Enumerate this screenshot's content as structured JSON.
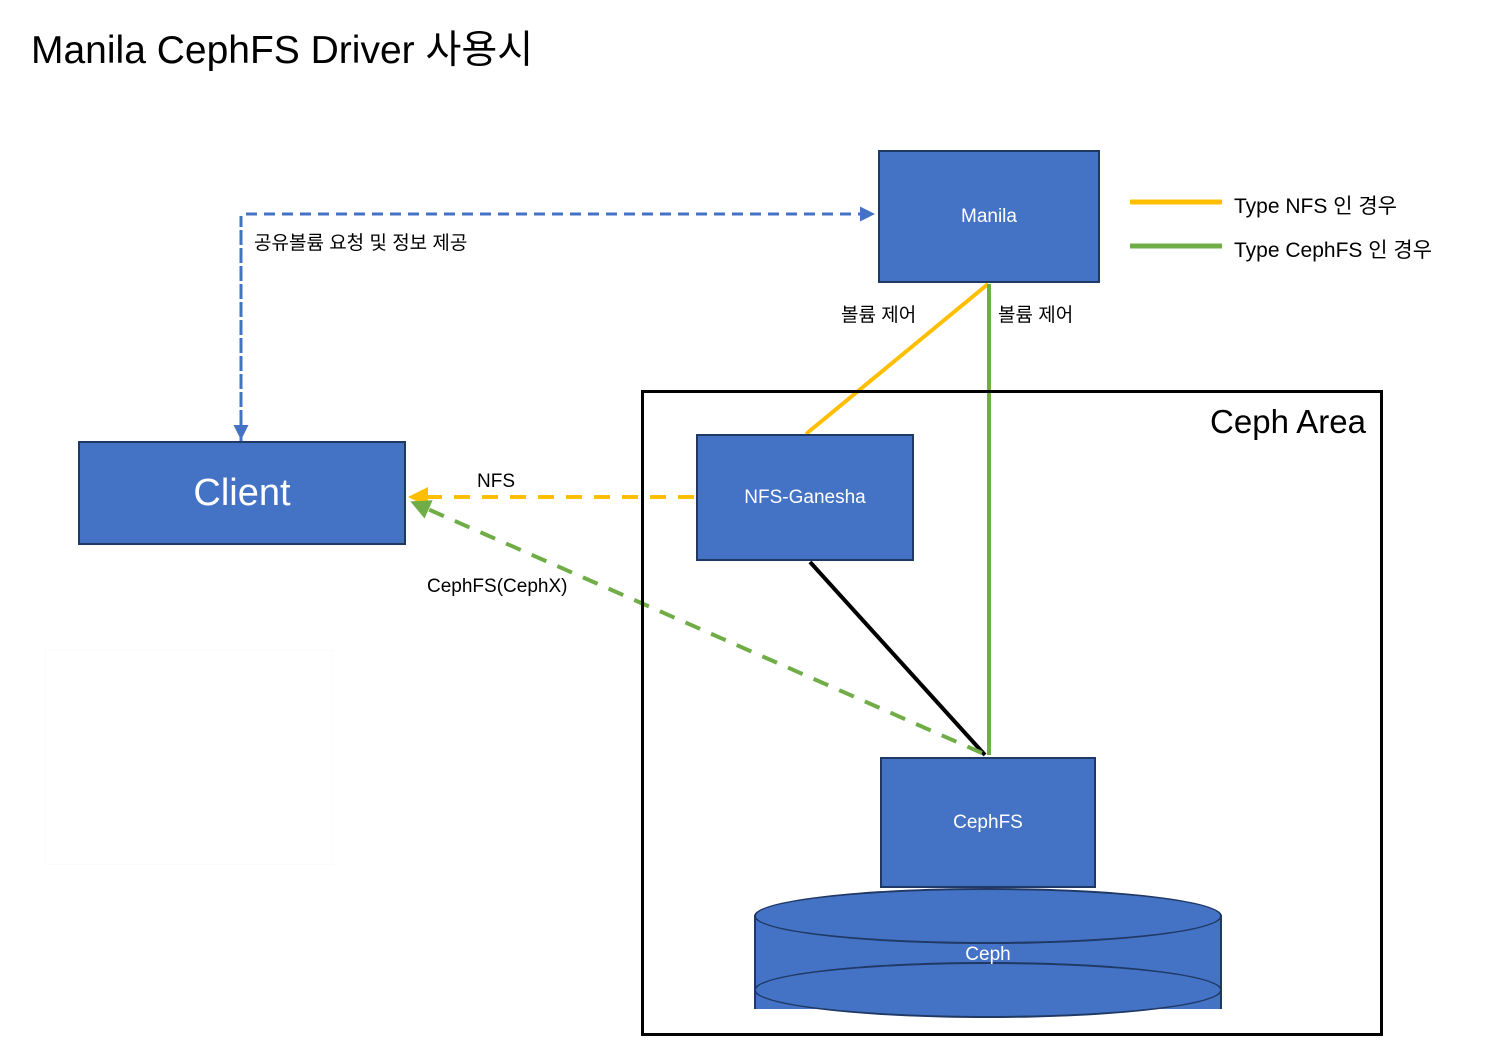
{
  "title": "Manila CephFS Driver 사용시",
  "colors": {
    "node_fill": "#4472C4",
    "node_border": "#1F3864",
    "nfs_orange": "#FFBF00",
    "cephfs_green": "#70AD47",
    "request_blue": "#4472C4",
    "plain_black": "#000000",
    "canvas": "#FFFFFF"
  },
  "nodes": {
    "manila": "Manila",
    "client": "Client",
    "ganesha": "NFS-Ganesha",
    "cephfs": "CephFS",
    "ceph": "Ceph"
  },
  "groups": {
    "ceph_area": "Ceph Area"
  },
  "edge_labels": {
    "request": "공유볼륨 요청 및 정보 제공",
    "volume_control_left": "볼륨 제어",
    "volume_control_right": "볼륨 제어",
    "nfs": "NFS",
    "cephfs_cephx": "CephFS(CephX)"
  },
  "legend": {
    "items": [
      {
        "label": "Type NFS  인 경우",
        "color": "#FFBF00",
        "style": "solid"
      },
      {
        "label": "Type CephFS 인 경우",
        "color": "#70AD47",
        "style": "solid"
      }
    ]
  }
}
